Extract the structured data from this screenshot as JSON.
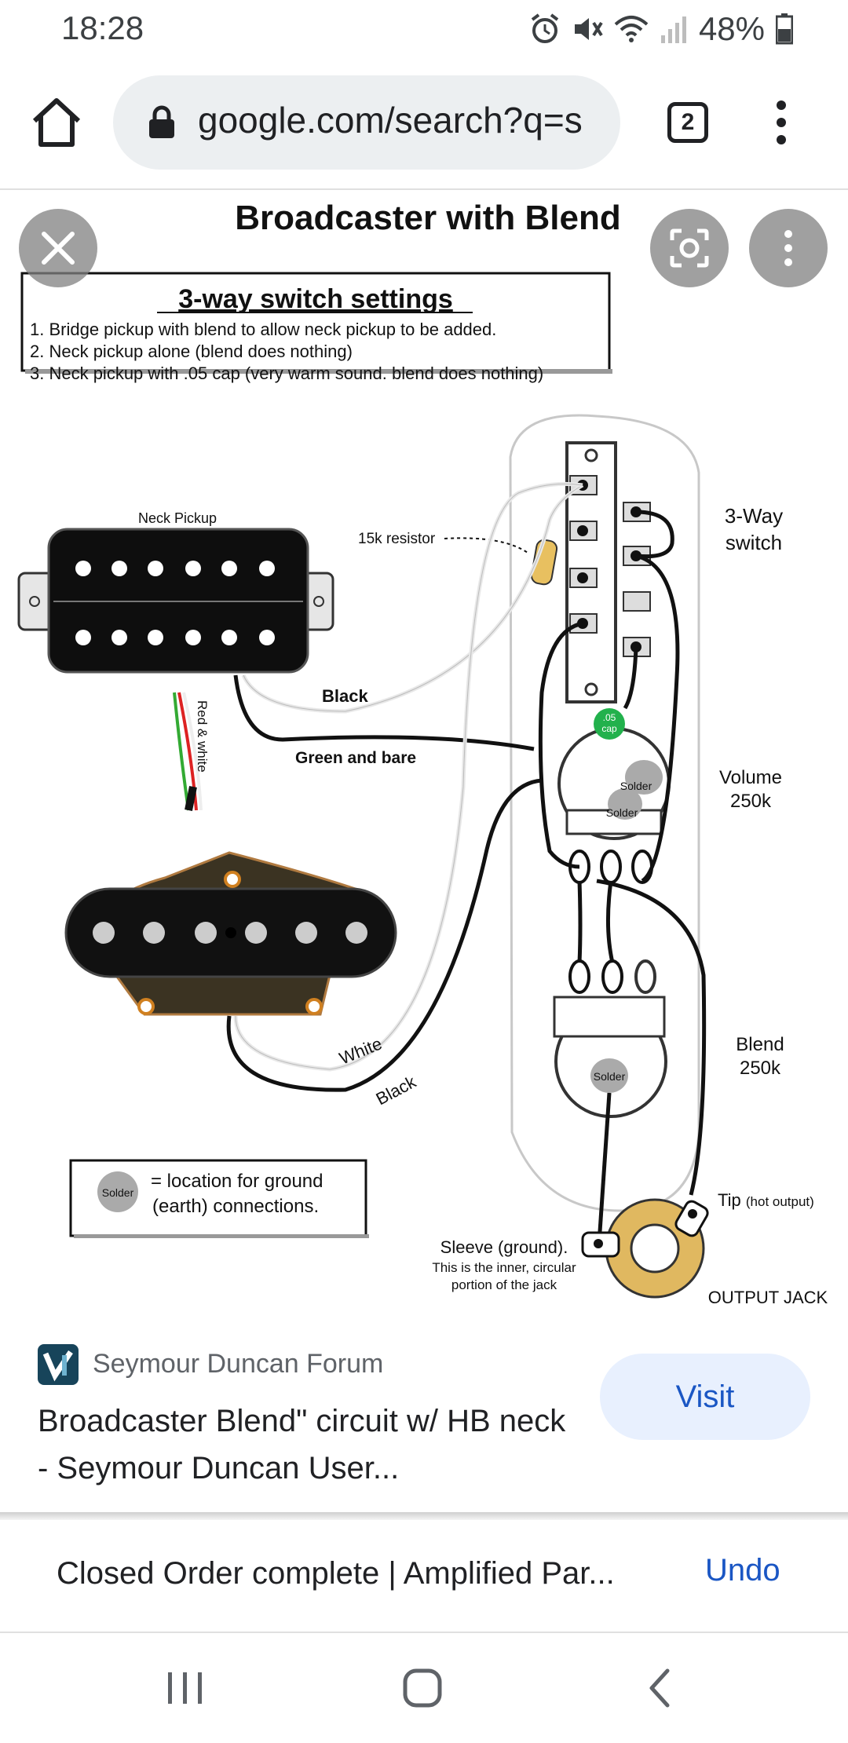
{
  "status_bar": {
    "time": "18:28",
    "battery": "48%",
    "icons": [
      "alarm-icon",
      "mute-icon",
      "wifi-icon",
      "signal-icon",
      "battery-icon"
    ]
  },
  "browser": {
    "url": "google.com/search?q=s",
    "tab_count": "2"
  },
  "diagram": {
    "title": "Broadcaster with Blend",
    "settings_heading": "3-way switch settings",
    "settings": [
      "1.  Bridge pickup with blend to allow neck pickup to be added.",
      "2. Neck pickup alone (blend does nothing)",
      "3. Neck pickup with .05 cap (very warm sound. blend does nothing)"
    ],
    "neck_pickup": "Neck Pickup",
    "resistor": "15k resistor",
    "switch_label": [
      "3-Way",
      "switch"
    ],
    "wire_black_top": "Black",
    "wire_green": "Green and bare",
    "wire_red_white": "Red & white",
    "cap_label": [
      ".05",
      "cap"
    ],
    "solder": "Solder",
    "volume_label": [
      "Volume",
      "250k"
    ],
    "blend_label": [
      "Blend",
      "250k"
    ],
    "wire_white": "White",
    "wire_black_bottom": "Black",
    "legend_text": [
      "= location for ground",
      "(earth) connections."
    ],
    "tip_label": "Tip",
    "tip_note": "(hot output)",
    "sleeve_label": "Sleeve (ground).",
    "sleeve_note": [
      "This is the inner, circular",
      "portion of the jack"
    ],
    "jack_label": "OUTPUT JACK"
  },
  "result": {
    "source": "Seymour Duncan Forum",
    "title": "Broadcaster Blend\" circuit w/ HB neck - Seymour Duncan User...",
    "visit_label": "Visit"
  },
  "snackbar": {
    "message": "Closed Order complete | Amplified Par...",
    "action": "Undo"
  },
  "colors": {
    "accent": "#1a56c4",
    "visit_bg": "#e8f0fe",
    "omnibox_bg": "#eceff1",
    "favicon": "#17445a",
    "cap_green": "#22b14c",
    "resistor_tan": "#e8c060",
    "jack_gold": "#e0b860"
  }
}
